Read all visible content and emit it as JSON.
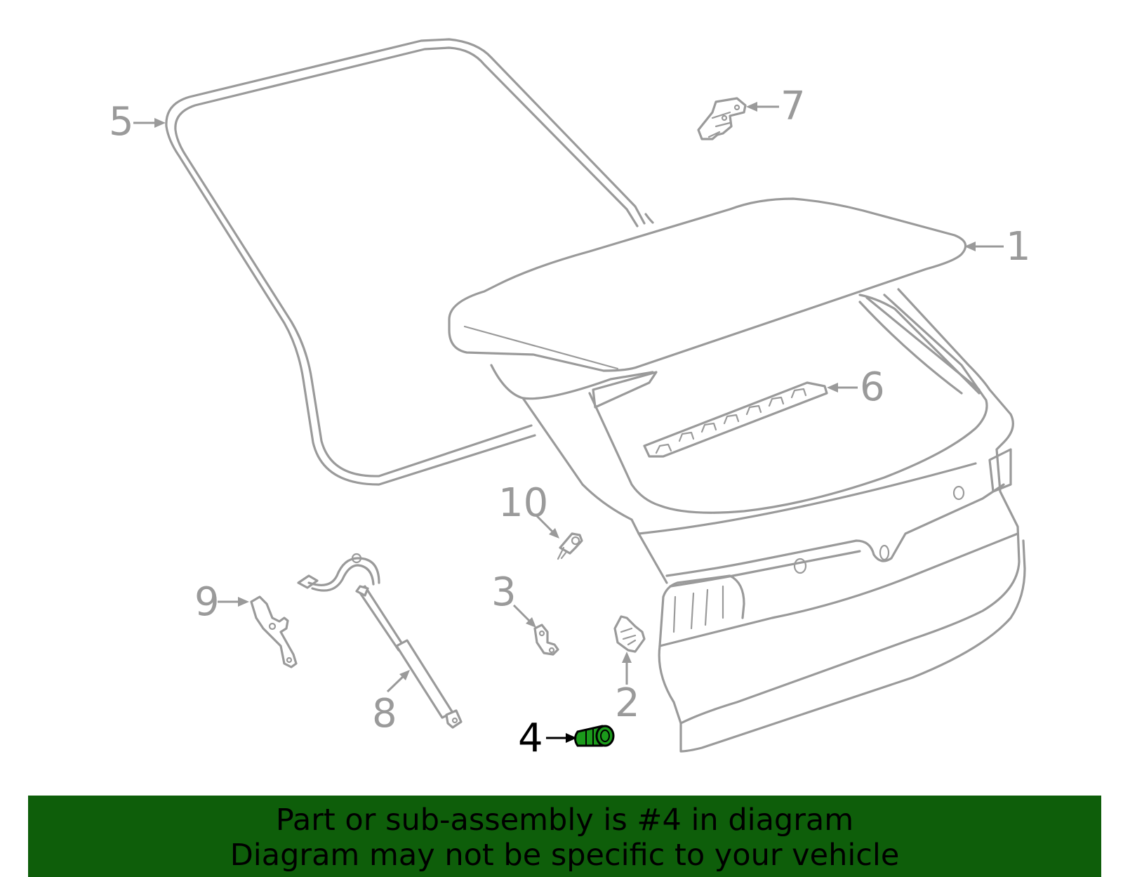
{
  "diagram": {
    "highlight_color": "#1b9a1b",
    "line_color": "#9a9a9a",
    "callouts": [
      {
        "num": "1",
        "part": "liftgate"
      },
      {
        "num": "2",
        "part": "latch"
      },
      {
        "num": "3",
        "part": "bracket"
      },
      {
        "num": "4",
        "part": "bumper",
        "highlighted": true
      },
      {
        "num": "5",
        "part": "weatherstrip"
      },
      {
        "num": "6",
        "part": "molding"
      },
      {
        "num": "7",
        "part": "hinge"
      },
      {
        "num": "8",
        "part": "lift-support"
      },
      {
        "num": "9",
        "part": "bracket"
      },
      {
        "num": "10",
        "part": "switch"
      }
    ]
  },
  "banner": {
    "line1": "Part or sub-assembly is #4 in diagram",
    "line2": "Diagram may not be specific to your vehicle",
    "background": "#0e5e0a"
  }
}
